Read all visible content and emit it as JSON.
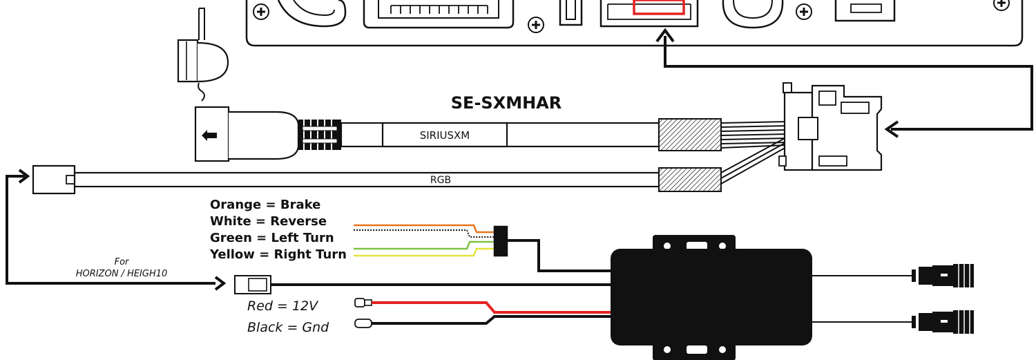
{
  "title": "SE-SXMHAR",
  "cable_labels": {
    "siriusxm": "SIRIUSXM",
    "rgb": "RGB"
  },
  "wire_legend": [
    {
      "text": "Orange = Brake",
      "color": "#e8731c"
    },
    {
      "text": "White = Reverse",
      "color": "#ffffff"
    },
    {
      "text": "Green = Left Turn",
      "color": "#7cc242"
    },
    {
      "text": "Yellow = Right Turn",
      "color": "#e3e33a"
    }
  ],
  "power_legend": [
    {
      "text": "Red = 12V",
      "color": "#e32222"
    },
    {
      "text": "Black = Gnd",
      "color": "#111111"
    }
  ],
  "horizon_note": {
    "line1": "For",
    "line2": "HORIZON / HEIGH10"
  },
  "colors": {
    "highlight_port": "#e32222",
    "line": "#111111",
    "module": "#0d0d0d"
  }
}
